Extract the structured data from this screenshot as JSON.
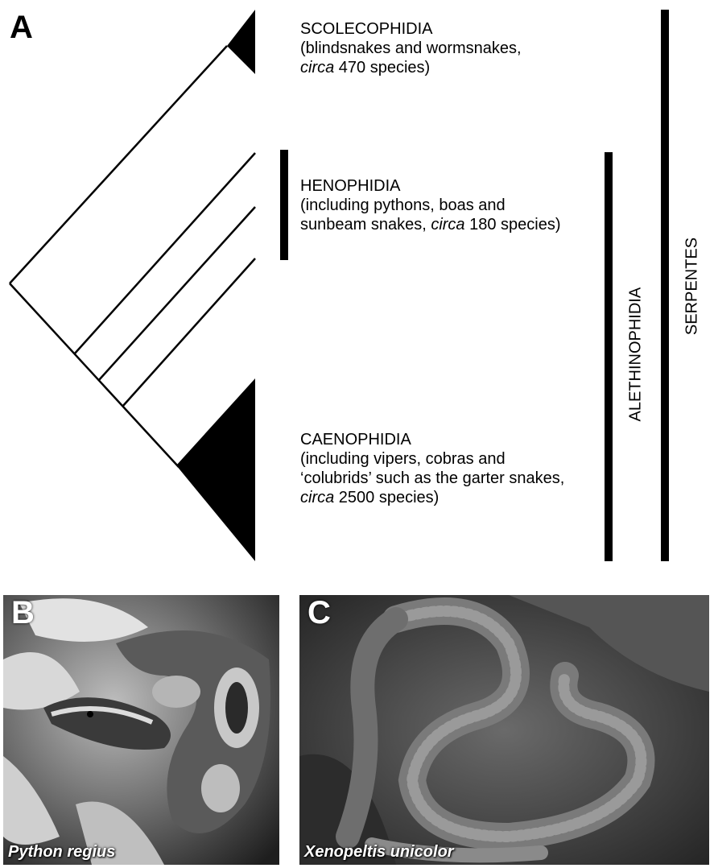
{
  "panel_a": {
    "letter": "A",
    "scolecophidia": {
      "name": "SCOLECOPHIDIA",
      "desc1": "(blindsnakes and wormsnakes,",
      "desc2_italic": "circa",
      "desc2_rest": " 470 species)"
    },
    "henophidia": {
      "name": "HENOPHIDIA",
      "desc1": "(including pythons, boas and",
      "desc2_pre": "sunbeam snakes, ",
      "desc2_italic": "circa",
      "desc2_rest": " 180 species)"
    },
    "caenophidia": {
      "name": "CAENOPHIDIA",
      "desc1": "(including vipers, cobras and",
      "desc2": "‘colubrids’ such as the garter snakes,",
      "desc3_italic": "circa",
      "desc3_rest": " 2500 species)"
    },
    "alethinophidia": "ALETHINOPHIDIA",
    "serpentes": "SERPENTES"
  },
  "panel_b": {
    "letter": "B",
    "caption": "Python regius"
  },
  "panel_c": {
    "letter": "C",
    "caption": "Xenopeltis unicolor"
  }
}
